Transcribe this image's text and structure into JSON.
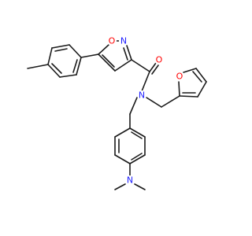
{
  "molecule": {
    "atom_labels": {
      "o_isoxazole": "O",
      "n_isoxazole": "N",
      "o_carbonyl": "O",
      "n_amide": "N",
      "o_furan": "O",
      "n_dimethylamino": "N"
    },
    "colors": {
      "bond": "#1a1a1a",
      "oxygen": "#ff0000",
      "nitrogen": "#2020ff"
    }
  }
}
